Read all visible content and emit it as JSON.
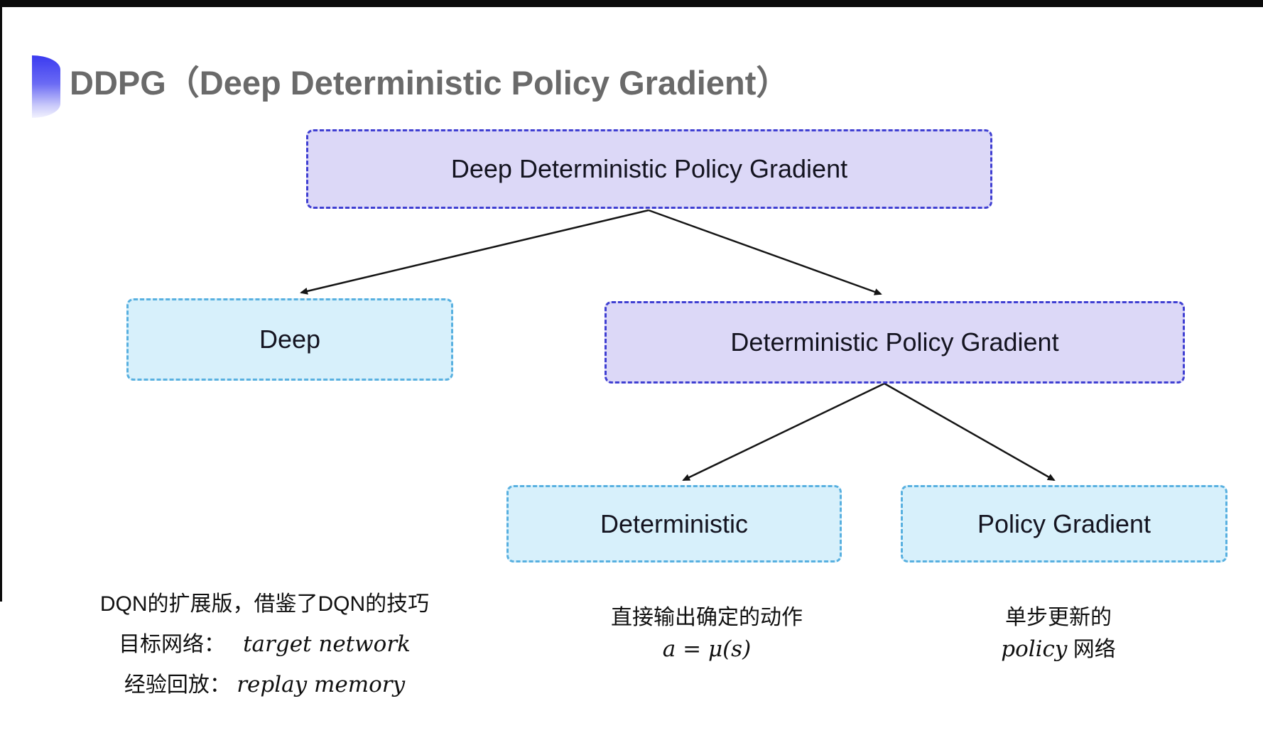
{
  "page": {
    "title": "DDPG（Deep Deterministic Policy Gradient）"
  },
  "colors": {
    "purple_node_fill": "#dcd8f7",
    "purple_node_border": "#3f3fd2",
    "blue_node_fill": "#d7f0fb",
    "blue_node_border": "#58b0e0",
    "title_gray": "#6a6a6a",
    "arrow_black": "#151515",
    "bullet_blue_gradient_top": "#3a3af0"
  },
  "diagram": {
    "nodes": [
      {
        "id": "root",
        "label": "Deep Deterministic Policy Gradient",
        "variant": "purple"
      },
      {
        "id": "deep",
        "label": "Deep",
        "variant": "blue"
      },
      {
        "id": "dpg",
        "label": "Deterministic Policy Gradient",
        "variant": "purple"
      },
      {
        "id": "deterministic",
        "label": "Deterministic",
        "variant": "blue"
      },
      {
        "id": "policy_gradient",
        "label": "Policy Gradient",
        "variant": "blue"
      }
    ],
    "notes": {
      "deep": {
        "line1": "DQN的扩展版，借鉴了DQN的技巧",
        "line2_label": "目标网络：",
        "line2_value": "target network",
        "line3_label": "经验回放：",
        "line3_value": "replay memory"
      },
      "deterministic": {
        "line1": "直接输出确定的动作",
        "formula": "a = μ(s)"
      },
      "policy_gradient": {
        "line1": "单步更新的",
        "line2_italic": "policy",
        "line2_rest": " 网络"
      }
    }
  }
}
